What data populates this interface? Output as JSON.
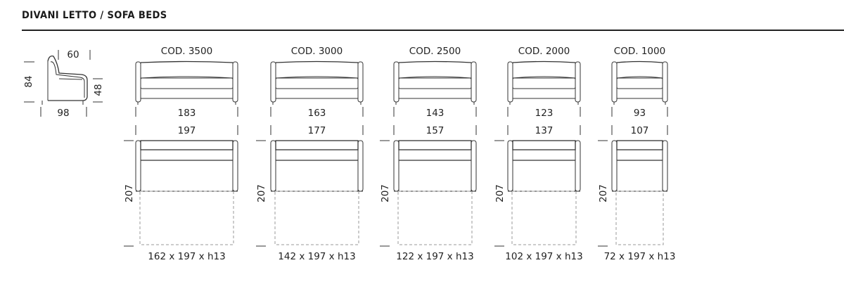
{
  "header": {
    "title": "DIVANI LETTO / SOFA BEDS"
  },
  "side_view": {
    "depth_top": "60",
    "height_total": "84",
    "seat_height": "48",
    "depth_total": "98"
  },
  "models": [
    {
      "code": "COD. 3500",
      "inner_width": "183",
      "outer_width": "197",
      "depth": "207",
      "mattress": "162 x 197 x h13"
    },
    {
      "code": "COD. 3000",
      "inner_width": "163",
      "outer_width": "177",
      "depth": "207",
      "mattress": "142 x 197 x h13"
    },
    {
      "code": "COD. 2500",
      "inner_width": "143",
      "outer_width": "157",
      "depth": "207",
      "mattress": "122 x 197 x h13"
    },
    {
      "code": "COD. 2000",
      "inner_width": "123",
      "outer_width": "137",
      "depth": "207",
      "mattress": "102 x 197 x h13"
    },
    {
      "code": "COD. 1000",
      "inner_width": "93",
      "outer_width": "107",
      "depth": "207",
      "mattress": "72 x 197 x h13"
    }
  ]
}
